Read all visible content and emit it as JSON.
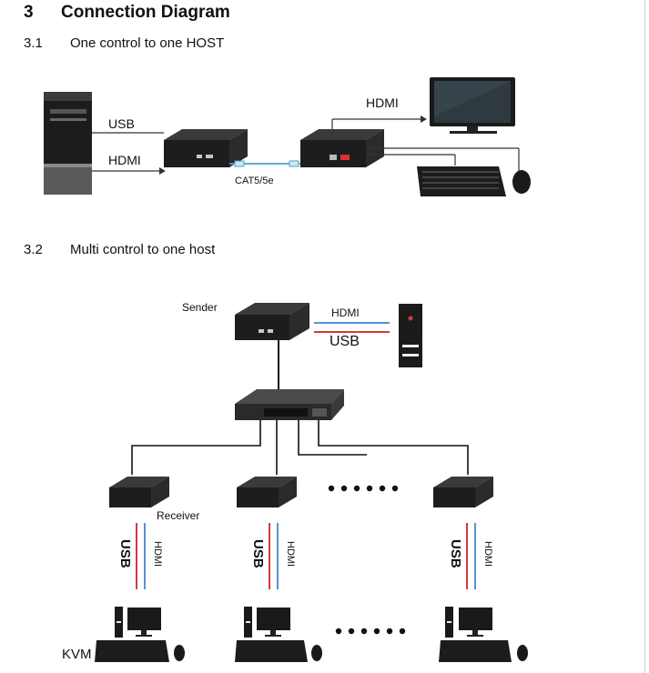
{
  "section": {
    "number": "3",
    "title": "Connection Diagram"
  },
  "sub1": {
    "number": "3.1",
    "title": "One control to one HOST"
  },
  "sub2": {
    "number": "3.2",
    "title": "Multi control to one host"
  },
  "d1": {
    "usb": "USB",
    "hdmi_in": "HDMI",
    "cable": "CAT5/5e",
    "hdmi_out": "HDMI"
  },
  "d2": {
    "sender": "Sender",
    "hdmi": "HDMI",
    "usb": "USB",
    "receiver": "Receiver",
    "col_usb": "USB",
    "col_hdmi": "HDMI",
    "kvm": "KVM",
    "colors": {
      "hdmi_line": "#5b8fd6",
      "usb_line": "#d23a3a"
    }
  }
}
